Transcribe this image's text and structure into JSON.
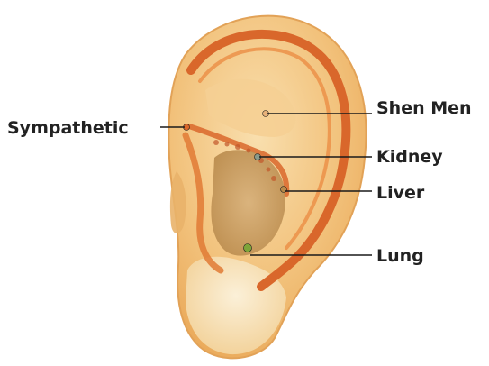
{
  "labels": {
    "sympathetic": "Sympathetic",
    "shen_men": "Shen Men",
    "kidney": "Kidney",
    "liver": "Liver",
    "lung": "Lung"
  },
  "colors": {
    "skin_light": "#f7d9a6",
    "skin_mid": "#f0bd72",
    "skin_dark": "#e9a54e",
    "helix_ridge": "#d9672b",
    "inner_tan": "#c79a5c",
    "lobe": "#f6e2bd",
    "leader_line": "#1a1a1a",
    "label_text": "#222222",
    "point_green": "#7ea53a"
  }
}
